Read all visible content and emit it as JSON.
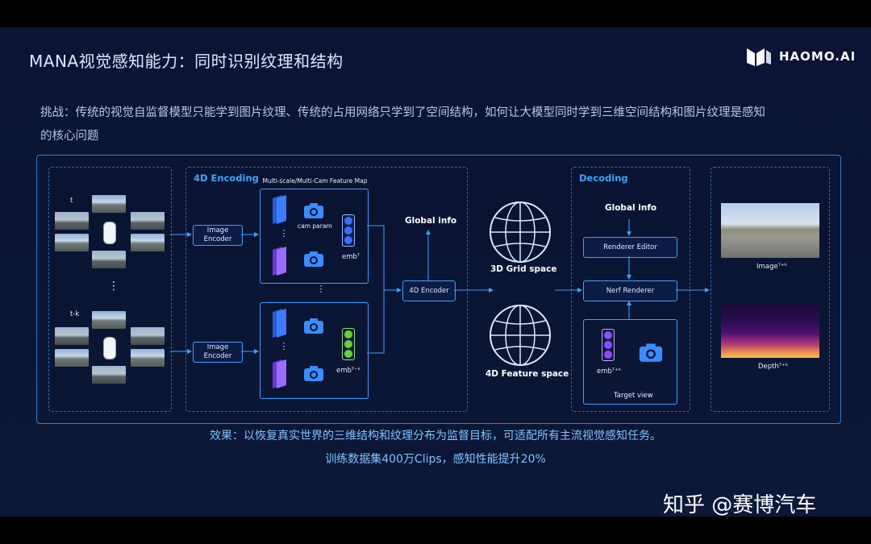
{
  "title": "MANA视觉感知能力：同时识别纹理和结构",
  "logo": {
    "text": "HAOMO.AI"
  },
  "challenge": {
    "line1": "挑战：传统的视觉自监督模型只能学到图片纹理、传统的占用网络只学到了空间结构，如何让大模型同时学到三维空间结构和图片纹理是感知",
    "line2": "的核心问题"
  },
  "diagram": {
    "input": {
      "label_t": "t",
      "label_tk": "t-k",
      "dots": "⋮"
    },
    "encoding": {
      "section_title": "4D Encoding",
      "feature_map_title": "Multi-scale/Multi-Cam Feature Map",
      "image_encoder_top": "Image Encoder",
      "image_encoder_bottom": "Image Encoder",
      "cam_param": "cam param",
      "emb_top": "embᵀ",
      "emb_bottom": "embᵀ⁻ᵏ",
      "global_info": "Global info",
      "encoder_4d": "4D Encoder"
    },
    "spaces": {
      "grid_3d": "3D Grid space",
      "feature_4d": "4D Feature space"
    },
    "decoding": {
      "section_title": "Decoding",
      "global_info": "Global info",
      "renderer_editor": "Renderer Editor",
      "nerf_renderer": "Nerf Renderer",
      "emb_target": "embᵀ⁺ʰ",
      "target_view": "Target view"
    },
    "outputs": {
      "image_label": "Imageᵀ⁺ʰ",
      "depth_label": "Depthᵀ⁺ʰ"
    }
  },
  "result": {
    "line1": "效果：以恢复真实世界的三维结构和纹理分布为监督目标，可适配所有主流视觉感知任务。",
    "line2": "训练数据集400万Clips，感知性能提升20%"
  },
  "watermark": "知乎 @赛博汽车",
  "colors": {
    "accent": "#3aa6ff",
    "background": "#0b1434",
    "highlight": "#44b7ff"
  }
}
